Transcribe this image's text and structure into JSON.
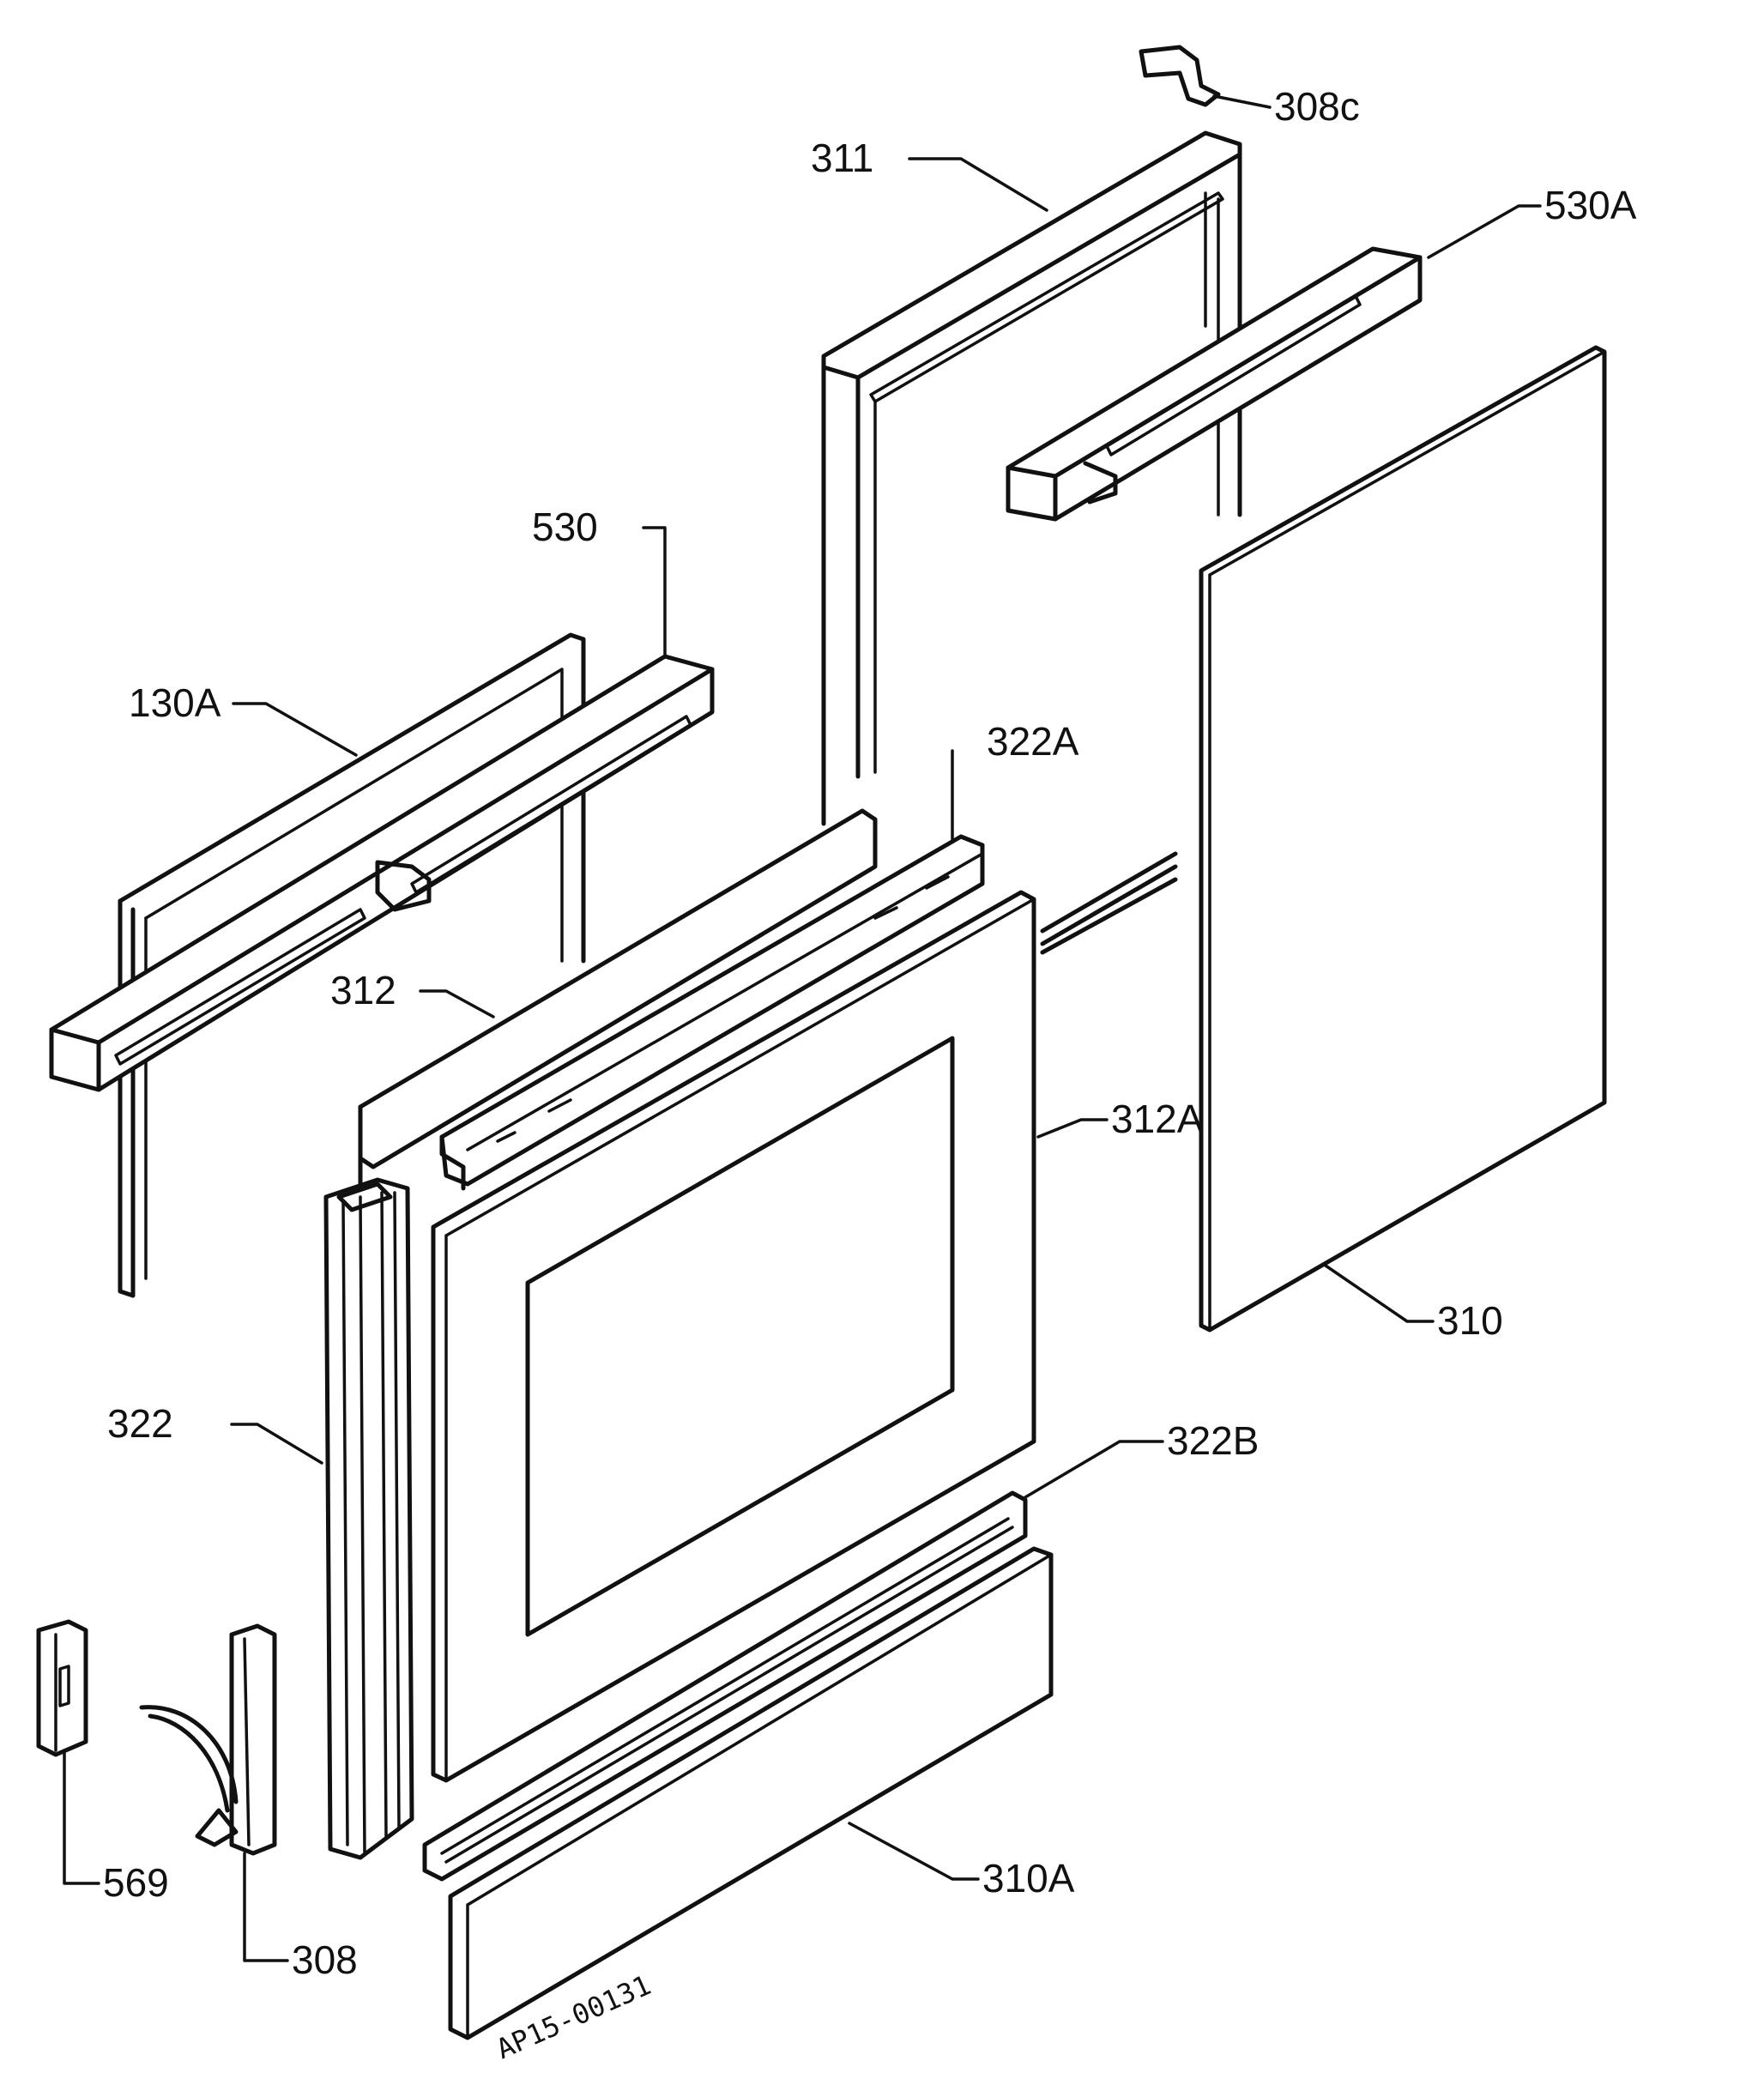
{
  "diagram": {
    "labels": {
      "l308c": "308c",
      "l311": "311",
      "l530a": "530A",
      "l530": "530",
      "l130a": "130A",
      "l322a": "322A",
      "l312": "312",
      "l312a": "312A",
      "l310": "310",
      "l322": "322",
      "l322b": "322B",
      "l569": "569",
      "l308": "308",
      "l310a": "310A"
    },
    "drawing_code": "AP15-00131"
  }
}
